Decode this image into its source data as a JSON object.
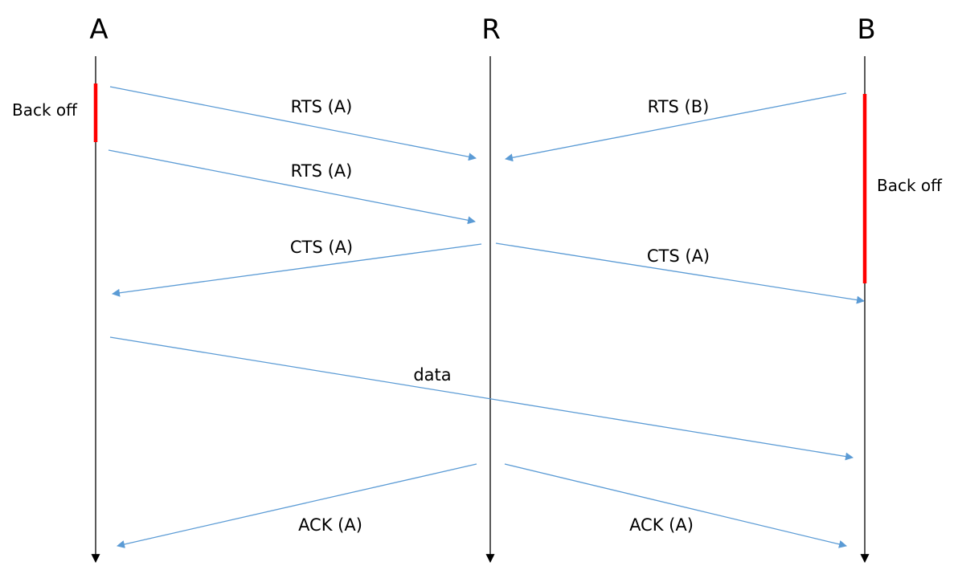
{
  "nodes": {
    "a": "A",
    "r": "R",
    "b": "B"
  },
  "messages": {
    "rts_a_1": "RTS (A)",
    "rts_b": "RTS (B)",
    "rts_a_2": "RTS (A)",
    "cts_a_left": "CTS (A)",
    "cts_a_right": "CTS (A)",
    "data": "data",
    "ack_a_left": "ACK (A)",
    "ack_a_right": "ACK (A)"
  },
  "backoff": {
    "a": "Back off",
    "b": "Back off"
  },
  "colors": {
    "arrow": "#5b9bd5",
    "backoff": "#ff0000",
    "timeline": "#000000"
  }
}
